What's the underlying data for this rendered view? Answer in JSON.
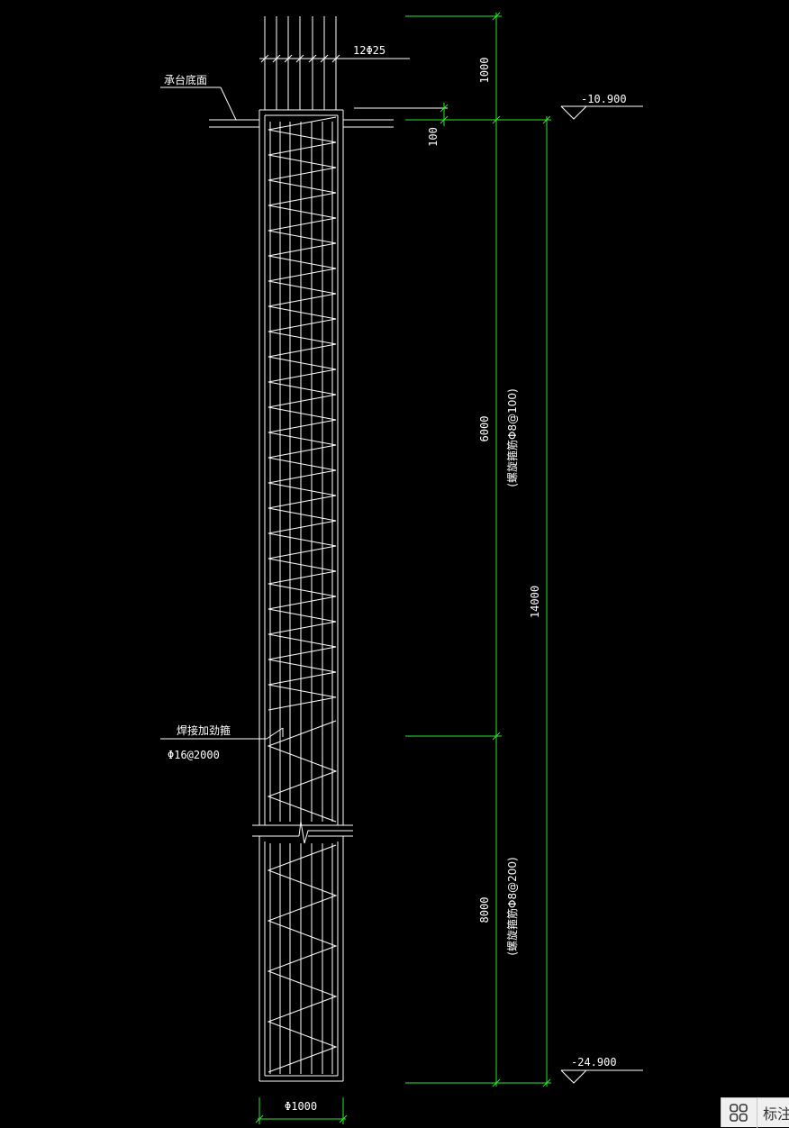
{
  "drawing": {
    "main_bars_label": "12Φ25",
    "cap_bottom_label": "承台底面",
    "stiffener_label": "焊接加劲箍",
    "stiffener_spec": "Φ16@2000",
    "diameter_label": "Φ1000",
    "elev_top": "-10.900",
    "elev_bottom": "-24.900",
    "dim_anchor": "1000",
    "dim_embed": "100",
    "dim_upper": "6000",
    "dim_upper_note": "(螺旋箍筋Φ8@100)",
    "dim_lower": "8000",
    "dim_lower_note": "(螺旋箍筋Φ8@200)",
    "dim_total": "14000",
    "colors": {
      "background": "#000000",
      "lines": "#ffffff",
      "dimensions": "#2ee62e"
    }
  },
  "status_bar": {
    "layout_icon": "grid-layout-icon",
    "label": "标注"
  }
}
